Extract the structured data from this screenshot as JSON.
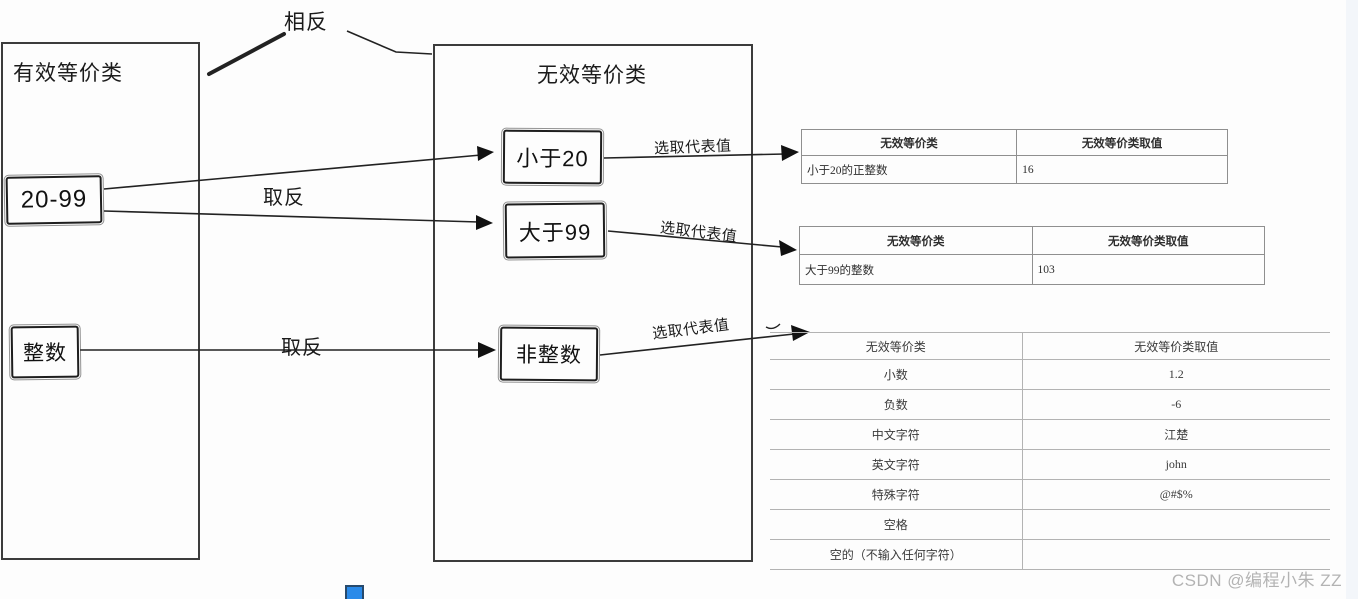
{
  "diagram": {
    "left_container": {
      "title": "有效等价类"
    },
    "middle_container": {
      "title": "无效等价类"
    },
    "nodes": {
      "range": "20-99",
      "integer": "整数",
      "less_than_20": "小于20",
      "greater_than_99": "大于99",
      "non_integer": "非整数"
    },
    "labels": {
      "opposite": "相反",
      "negate": "取反",
      "pick_representative": "选取代表值"
    }
  },
  "tables": {
    "less_than_20": {
      "headers": [
        "无效等价类",
        "无效等价类取值"
      ],
      "rows": [
        [
          "小于20的正整数",
          "16"
        ]
      ]
    },
    "greater_than_99": {
      "headers": [
        "无效等价类",
        "无效等价类取值"
      ],
      "rows": [
        [
          "大于99的整数",
          "103"
        ]
      ]
    },
    "non_integer": {
      "headers": [
        "无效等价类",
        "无效等价类取值"
      ],
      "rows": [
        [
          "小数",
          "1.2"
        ],
        [
          "负数",
          "-6"
        ],
        [
          "中文字符",
          "江楚"
        ],
        [
          "英文字符",
          "john"
        ],
        [
          "特殊字符",
          "@#$%"
        ],
        [
          "空格",
          ""
        ],
        [
          "空的（不输入任何字符）",
          ""
        ]
      ]
    }
  },
  "watermark": "CSDN @编程小朱 ZZ",
  "colors": {
    "stroke": "#222222",
    "table_border": "#8f8f8f",
    "light_rule": "#b3b3b3",
    "accent_blue": "#2a8ae9",
    "watermark_gray": "#b3b3b3"
  }
}
